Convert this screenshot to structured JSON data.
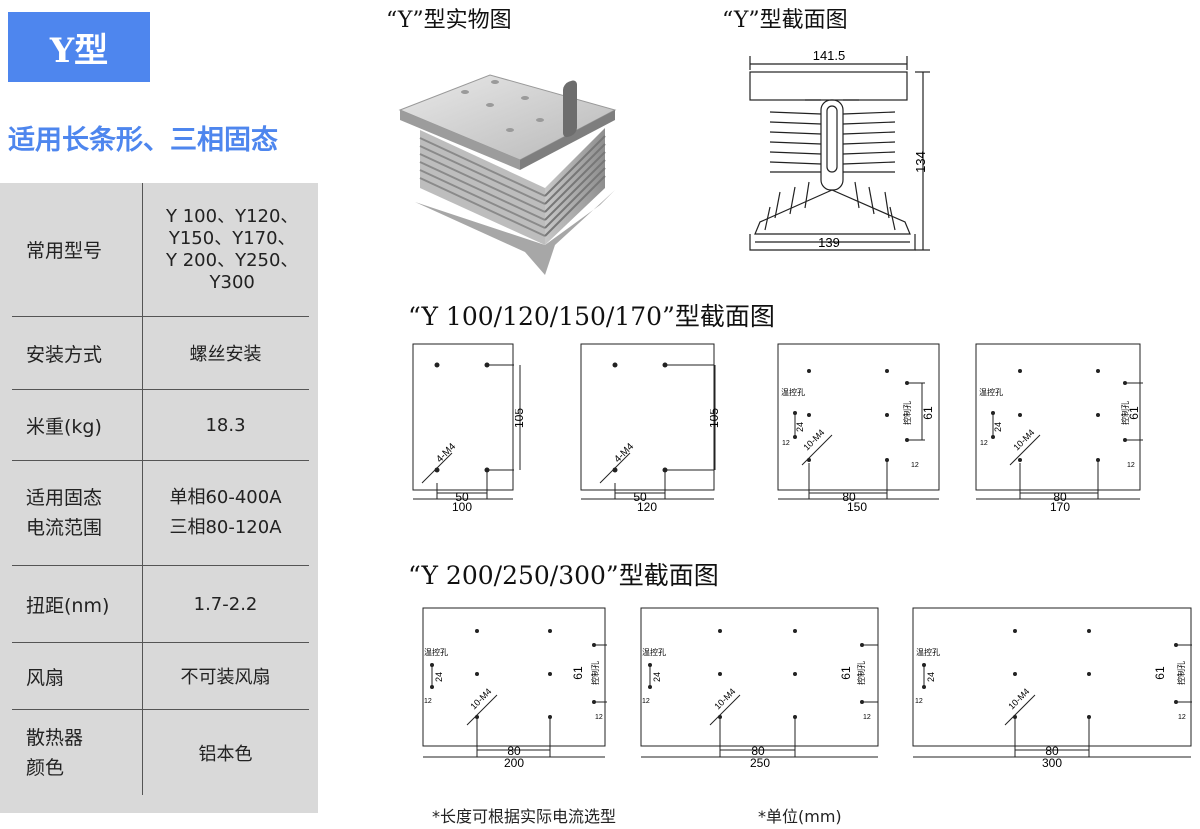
{
  "badge": "Y型",
  "subtitle": "适用长条形、三相固态",
  "spec_rows": [
    {
      "key": "常用型号",
      "value": [
        "Y 100、Y120、",
        "Y150、Y170、",
        "Y 200、Y250、",
        "Y300"
      ]
    },
    {
      "key": "安装方式",
      "value": [
        "螺丝安装"
      ]
    },
    {
      "key": "米重(kg)",
      "value": [
        "18.3"
      ]
    },
    {
      "key": [
        "适用固态",
        "电流范围"
      ],
      "value": [
        "单相60-400A",
        "三相80-120A"
      ]
    },
    {
      "key": "扭距(nm)",
      "value": [
        "1.7-2.2"
      ]
    },
    {
      "key": "风扇",
      "value": [
        "不可装风扇"
      ]
    },
    {
      "key": [
        "散热器",
        "颜色"
      ],
      "value": [
        "铝本色"
      ]
    }
  ],
  "headings": {
    "photo": "“Y”型实物图",
    "section": "“Y”型截面图",
    "group1": "“Y 100/120/150/170”型截面图",
    "group2": "“Y 200/250/300”型截面图"
  },
  "section_dims": {
    "top": "141.5",
    "bottom": "139",
    "height": "134"
  },
  "group1_drawings": [
    {
      "width": "100",
      "holes": "50",
      "pitch": "105",
      "thread": "4-M4"
    },
    {
      "width": "120",
      "holes": "50",
      "pitch": "105",
      "thread": "4-M4"
    },
    {
      "width": "150",
      "holes": "80",
      "pitch": "61",
      "thread": "10-M4",
      "temp_label": "温控孔",
      "temp_gap": "24",
      "edge": "12",
      "ctrl_label": "控制孔"
    },
    {
      "width": "170",
      "holes": "80",
      "pitch": "61",
      "thread": "10-M4",
      "temp_label": "温控孔",
      "temp_gap": "24",
      "edge": "12",
      "ctrl_label": "控制孔"
    }
  ],
  "group2_drawings": [
    {
      "width": "200",
      "holes": "80",
      "pitch": "61",
      "thread": "10-M4",
      "temp_label": "温控孔",
      "temp_gap": "24",
      "edge": "12",
      "ctrl_label": "控制孔"
    },
    {
      "width": "250",
      "holes": "80",
      "pitch": "61",
      "thread": "10-M4",
      "temp_label": "温控孔",
      "temp_gap": "24",
      "edge": "12",
      "ctrl_label": "控制孔"
    },
    {
      "width": "300",
      "holes": "80",
      "pitch": "61",
      "thread": "10-M4",
      "temp_label": "温控孔",
      "temp_gap": "24",
      "edge": "12",
      "ctrl_label": "控制孔"
    }
  ],
  "notes": {
    "length": "*长度可根据实际电流选型",
    "unit": "*单位(mm)"
  }
}
